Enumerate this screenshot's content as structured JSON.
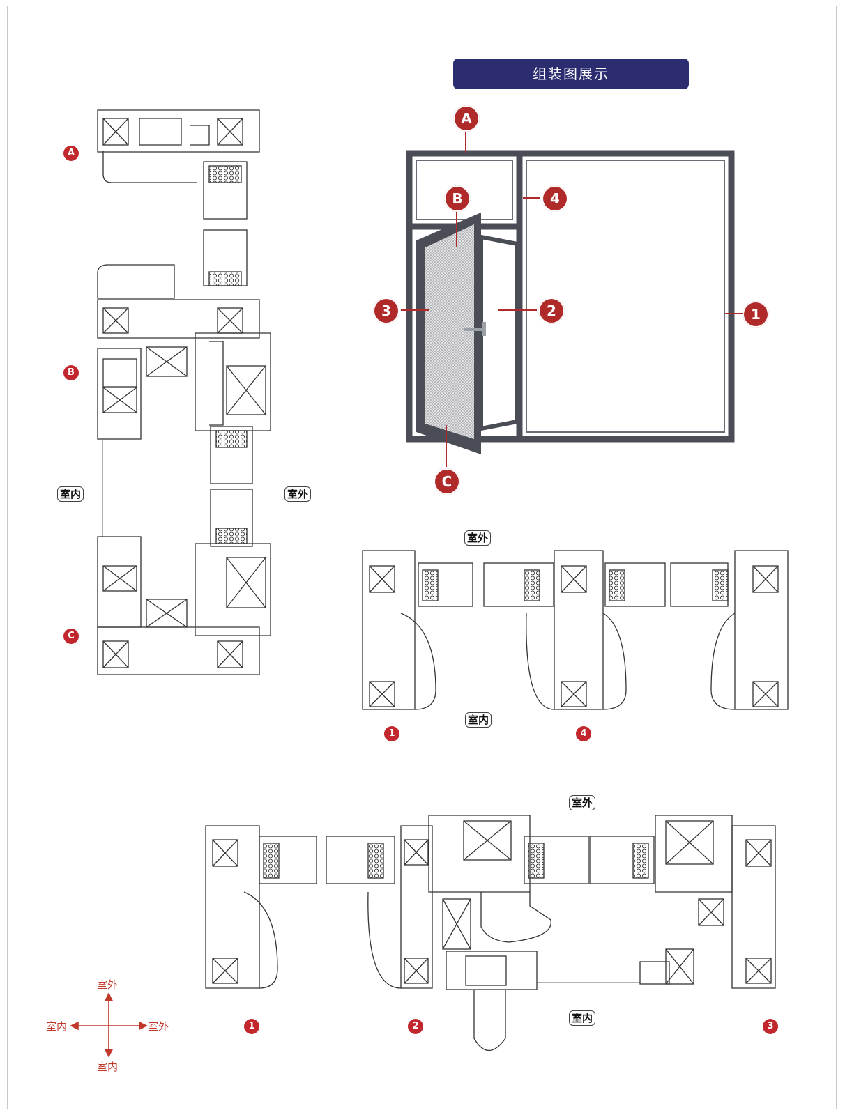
{
  "header": {
    "title": "组装图展示"
  },
  "labels": {
    "indoor": "室内",
    "outdoor": "室外"
  },
  "vertical_section_markers": [
    "A",
    "B",
    "C"
  ],
  "window_callouts": [
    "A",
    "B",
    "C",
    "1",
    "2",
    "3",
    "4"
  ],
  "section_markers_middle": [
    "1",
    "4"
  ],
  "section_markers_bottom": [
    "1",
    "2",
    "3"
  ],
  "compass": {
    "up": "室外",
    "down": "室内",
    "left": "室内",
    "right": "室外"
  },
  "colors": {
    "header_bg": "#2c2d70",
    "marker": "#c1272d",
    "compass": "#c0392b",
    "frame": "#4a4d55"
  }
}
